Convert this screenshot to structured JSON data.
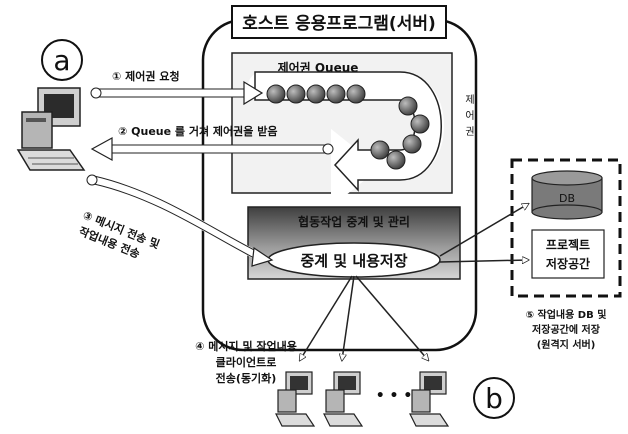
{
  "host": {
    "title": "호스트 응용프로그램(서버)"
  },
  "queue": {
    "title": "제어권 Queue",
    "side_label": "제어권"
  },
  "relay": {
    "panel_title": "협동작업 중계 및 관리",
    "bar_label": "중계 및 내용저장"
  },
  "steps": {
    "s1": "① 제어권 요청",
    "s2": "② Queue 를 거쳐 제어권을 받음",
    "s3": [
      "③ 메시지 전송 및",
      "작업내용 전송"
    ],
    "s4": [
      "④ 메시지 및 작업내용",
      "클라이언트로",
      "전송(동기화)"
    ],
    "s5": [
      "⑤ 작업내용 DB 및",
      "저장공간에 저장",
      "(원격지 서버)"
    ]
  },
  "remote": {
    "db_label": "DB",
    "store_label": [
      "프로젝트",
      "저장공간"
    ]
  },
  "markers": {
    "a": "a",
    "b": "b"
  },
  "ellipsis": "• • •",
  "colors": {
    "queue_ball": "#6a6a6a",
    "panel_top": "#4a4a4a",
    "panel_bottom": "#c8c8c8",
    "db": "#7a7a7a"
  }
}
